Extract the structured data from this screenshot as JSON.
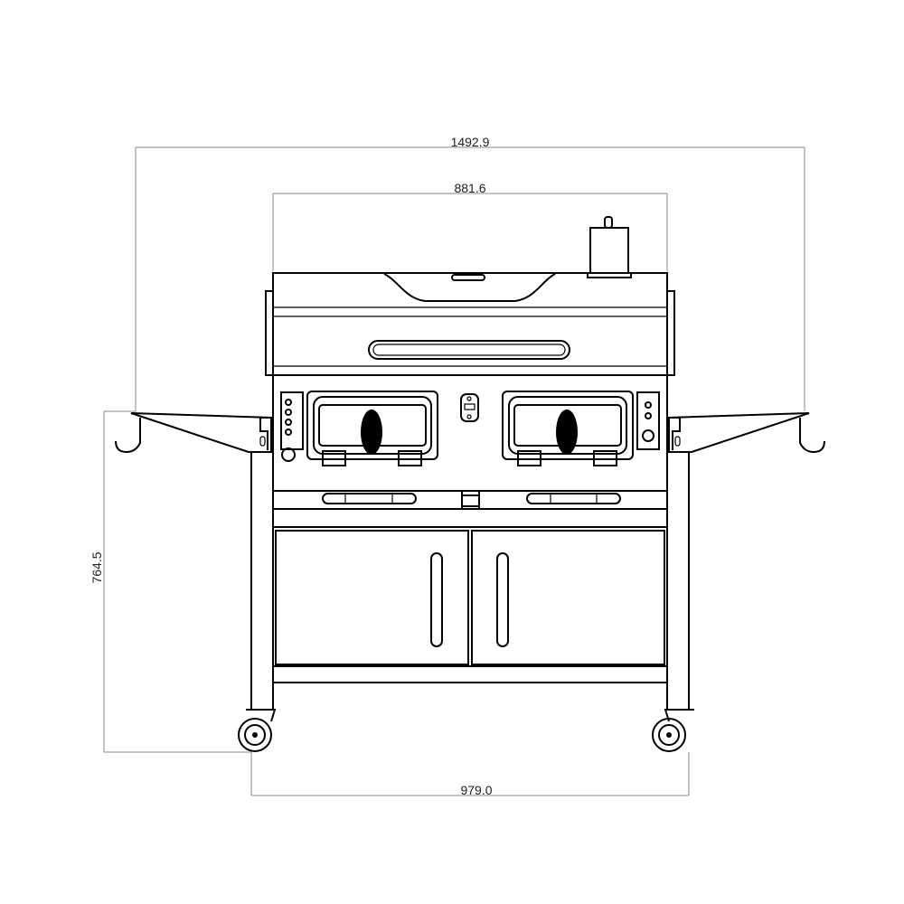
{
  "drawing": {
    "subject": "grill-front-view",
    "dimensions": {
      "overall_width": "1492.9",
      "body_width": "881.6",
      "shelf_height": "764.5",
      "wheel_base": "979.0"
    }
  },
  "colors": {
    "line": "#000000",
    "dimension_line": "#888888",
    "background": "#ffffff"
  }
}
